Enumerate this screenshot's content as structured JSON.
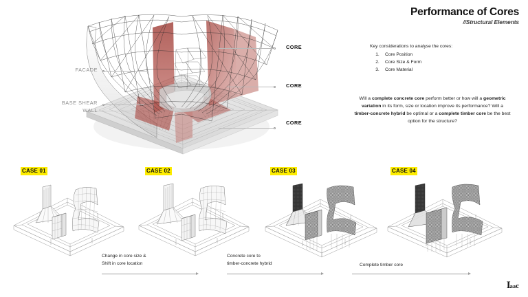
{
  "header": {
    "title": "Performance of Cores",
    "subtitle": "//Structural Elements"
  },
  "considerations": {
    "heading": "Key considerations to analyse the cores:",
    "items": [
      {
        "num": "1.",
        "text": "Core Position"
      },
      {
        "num": "2.",
        "text": "Core Size & Form"
      },
      {
        "num": "3.",
        "text": "Core Material"
      }
    ]
  },
  "question": {
    "part1": "Will a ",
    "bold1": "complete concrete core",
    "part2": " perform better or how will a ",
    "bold2": "geometric variation",
    "part3": " in its form, size or location improve its performance? Will a ",
    "bold3": "timber-concrete hybrid",
    "part4": " be optimal or a ",
    "bold4": "complete timber core",
    "part5": " be the best option for the structure?",
    "full": "Will a complete concrete core perform better or how will a geometric variation in its form, size or location improve its performance? Will a timber-concrete hybrid be optimal or a complete timber core be the best option for the structure?"
  },
  "callouts": [
    {
      "label": "FACADE",
      "style": "gray"
    },
    {
      "label": "BASE SHEAR\nWALL",
      "style": "gray"
    },
    {
      "label": "CORE",
      "style": "dark"
    },
    {
      "label": "CORE",
      "style": "dark"
    },
    {
      "label": "CORE",
      "style": "dark"
    }
  ],
  "cases": [
    {
      "label": "CASE 01"
    },
    {
      "label": "CASE 02"
    },
    {
      "label": "CASE 03"
    },
    {
      "label": "CASE 04"
    }
  ],
  "transitions": [
    {
      "line1": "Change in core size &",
      "line2": "Shift in core location"
    },
    {
      "line1": "Concrete core to",
      "line2": "timber-concrete hybrid"
    },
    {
      "line1": "Complete timber core",
      "line2": ""
    }
  ],
  "logo": {
    "i": "I",
    "aa": "aa",
    "c": "c"
  },
  "colors": {
    "core_red": "#a83a34",
    "highlight_yellow": "#fdec00",
    "label_gray": "#8d8d8d",
    "text_dark": "#1d1d1d",
    "leader_gray": "#b9b9b9"
  }
}
